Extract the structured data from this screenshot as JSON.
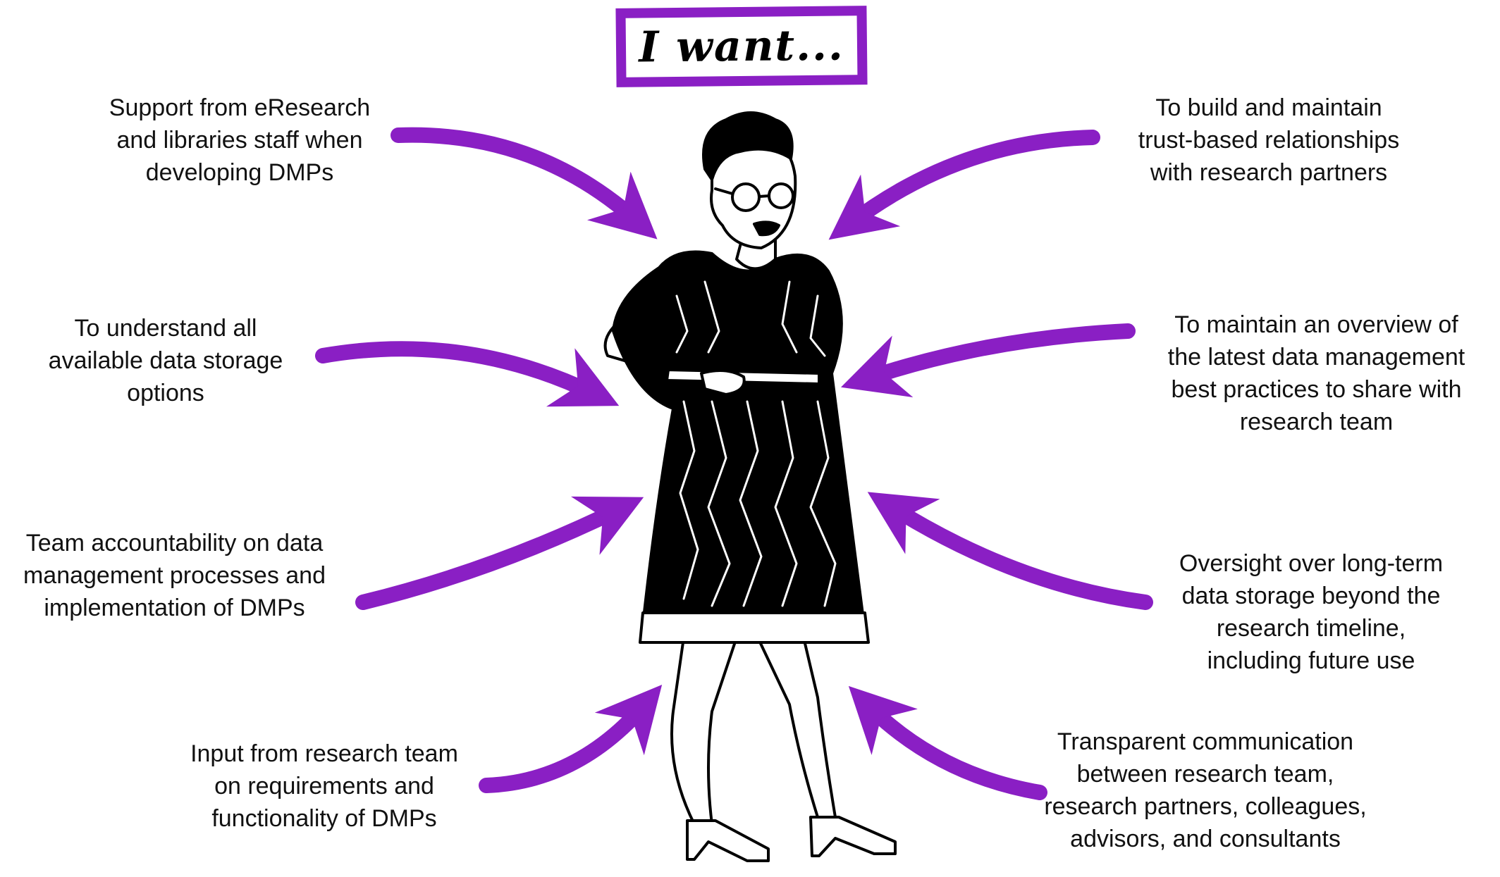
{
  "title": "I want...",
  "accent_color": "#8a1fc4",
  "figure": {
    "icon": "woman-figure-illustration"
  },
  "needs": [
    {
      "text": "Support from eResearch\nand libraries staff when\ndeveloping DMPs"
    },
    {
      "text": "To understand all\navailable data storage\noptions"
    },
    {
      "text": "Team accountability on data\nmanagement processes and\nimplementation of DMPs"
    },
    {
      "text": "Input from research team\non requirements and\nfunctionality of DMPs"
    },
    {
      "text": "To build and maintain\ntrust-based relationships\nwith research partners"
    },
    {
      "text": "To maintain an overview of\nthe latest data management\nbest practices to share with\nresearch team"
    },
    {
      "text": "Oversight over long-term\ndata storage beyond the\nresearch timeline,\nincluding future use"
    },
    {
      "text": "Transparent communication\nbetween research team,\nresearch partners, colleagues,\nadvisors, and consultants"
    }
  ]
}
